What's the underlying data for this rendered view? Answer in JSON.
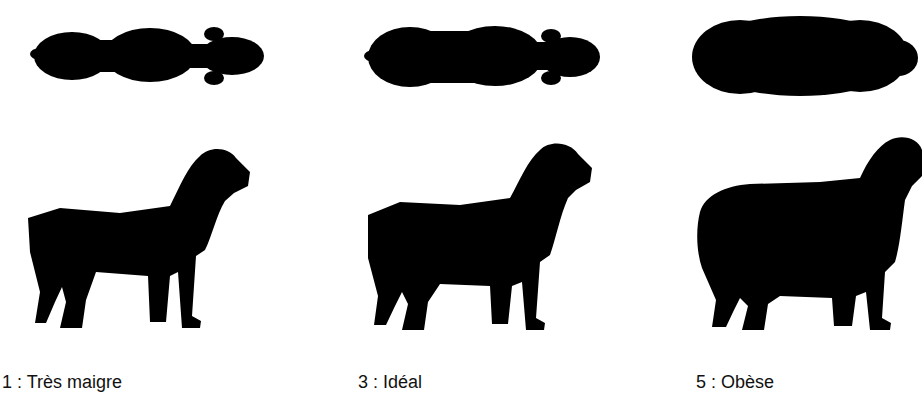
{
  "diagram": {
    "labels": [
      "1 : Très maigre",
      "3 : Idéal",
      "5 : Obèse"
    ]
  }
}
